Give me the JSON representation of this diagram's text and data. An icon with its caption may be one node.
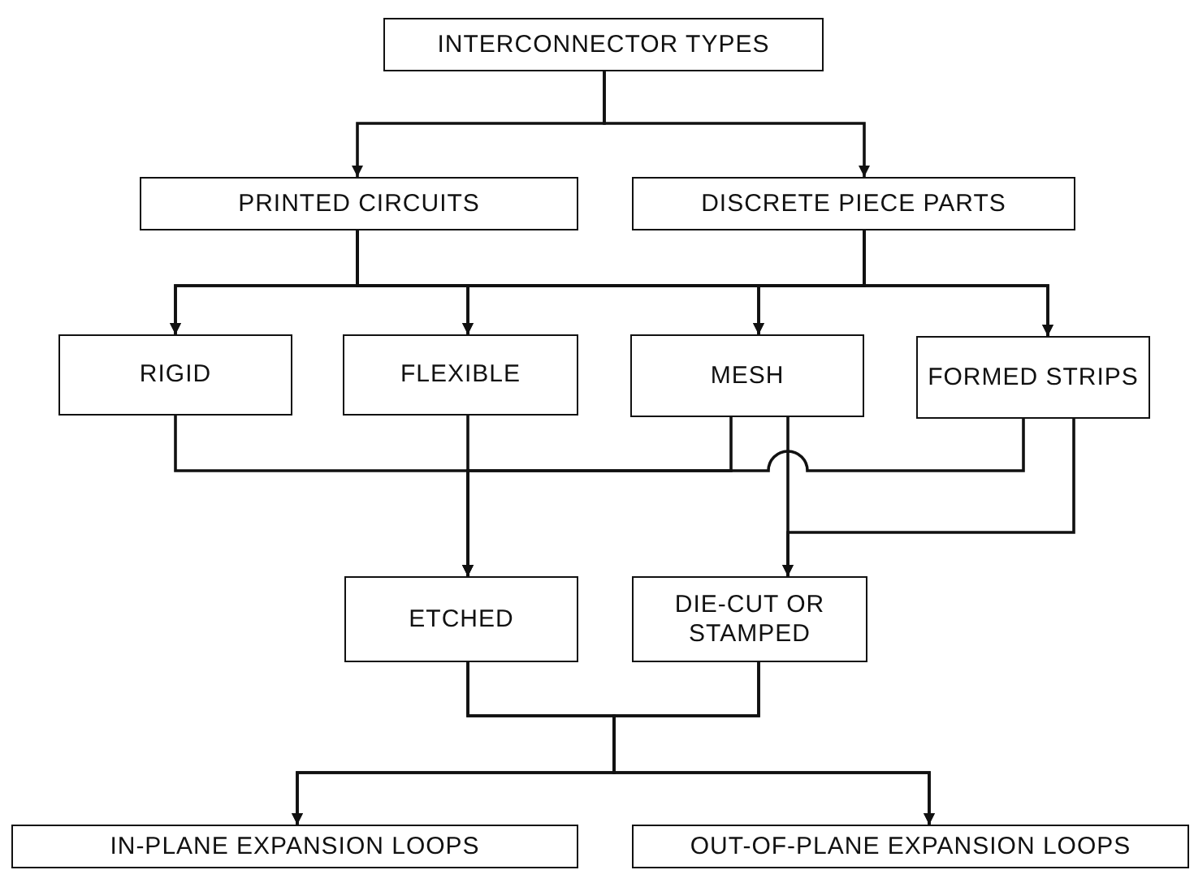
{
  "diagram": {
    "nodes": [
      {
        "text": [
          "INTERCONNECTOR TYPES"
        ]
      },
      {
        "text": [
          "PRINTED CIRCUITS"
        ]
      },
      {
        "text": [
          "DISCRETE PIECE PARTS"
        ]
      },
      {
        "text": [
          "RIGID"
        ]
      },
      {
        "text": [
          "FLEXIBLE"
        ]
      },
      {
        "text": [
          "MESH"
        ]
      },
      {
        "text": [
          "FORMED STRIPS"
        ]
      },
      {
        "text": [
          "ETCHED"
        ]
      },
      {
        "text": [
          "DIE-CUT OR STAMPED"
        ]
      },
      {
        "text": [
          "IN-PLANE EXPANSION LOOPS"
        ]
      },
      {
        "text": [
          "OUT-OF-PLANE EXPANSION LOOPS"
        ]
      }
    ],
    "edges": [
      {
        "from": 0,
        "to": 1,
        "arrow": "to"
      },
      {
        "from": 0,
        "to": 2,
        "arrow": "to"
      },
      {
        "from": 1,
        "to": 3,
        "arrow": "to"
      },
      {
        "from": 1,
        "to": 4,
        "arrow": "to"
      },
      {
        "from": 1,
        "to": 5,
        "arrow": "to"
      },
      {
        "from": 1,
        "to": 6,
        "arrow": "to"
      },
      {
        "from": 2,
        "to": 3,
        "arrow": "to"
      },
      {
        "from": 2,
        "to": 4,
        "arrow": "to"
      },
      {
        "from": 2,
        "to": 5,
        "arrow": "to"
      },
      {
        "from": 2,
        "to": 6,
        "arrow": "to"
      },
      {
        "from": 3,
        "to": 7,
        "arrow": "to"
      },
      {
        "from": 4,
        "to": 7,
        "arrow": "to"
      },
      {
        "from": 5,
        "to": 7,
        "arrow": "to"
      },
      {
        "from": 6,
        "to": 7,
        "arrow": "to"
      },
      {
        "from": 5,
        "to": 8,
        "arrow": "to"
      },
      {
        "from": 6,
        "to": 8,
        "arrow": "to"
      },
      {
        "from": 7,
        "to": 9,
        "arrow": "to"
      },
      {
        "from": 7,
        "to": 10,
        "arrow": "to"
      },
      {
        "from": 8,
        "to": 9,
        "arrow": "to"
      },
      {
        "from": 8,
        "to": 10,
        "arrow": "to"
      }
    ]
  }
}
